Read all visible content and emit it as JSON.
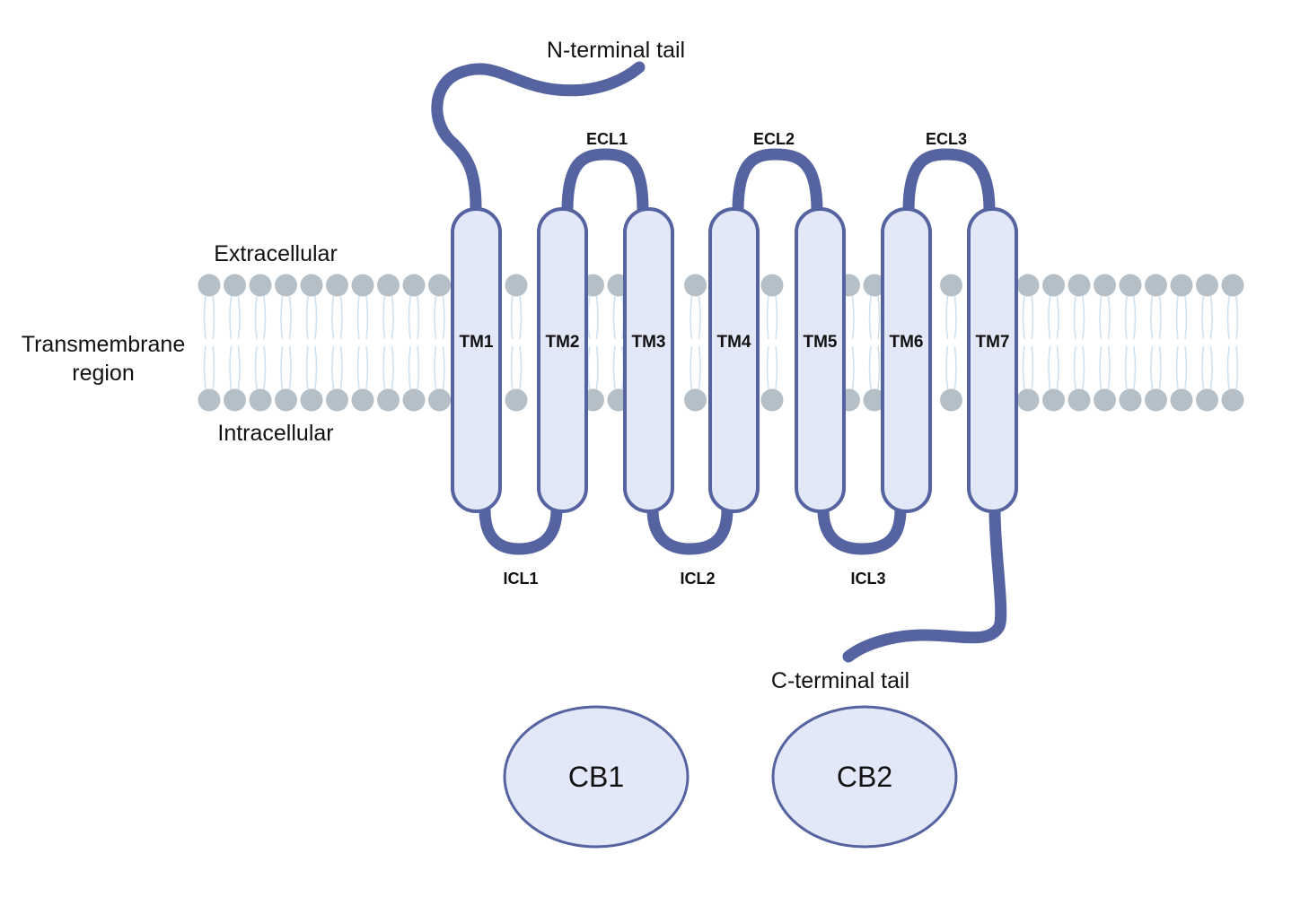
{
  "labels": {
    "extracellular": "Extracellular",
    "transmembrane_line1": "Transmembrane",
    "transmembrane_line2": "region",
    "intracellular": "Intracellular",
    "n_terminal": "N-terminal tail",
    "c_terminal": "C-terminal tail"
  },
  "helices": [
    "TM1",
    "TM2",
    "TM3",
    "TM4",
    "TM5",
    "TM6",
    "TM7"
  ],
  "extracellular_loops": [
    "ECL1",
    "ECL2",
    "ECL3"
  ],
  "intracellular_loops": [
    "ICL1",
    "ICL2",
    "ICL3"
  ],
  "receptors": [
    "CB1",
    "CB2"
  ],
  "colors": {
    "protein_stroke": "#5563a0",
    "protein_fill": "#e3e8f8",
    "lipid_head": "#b5bfc7",
    "lipid_tail": "#cfe2f2"
  }
}
